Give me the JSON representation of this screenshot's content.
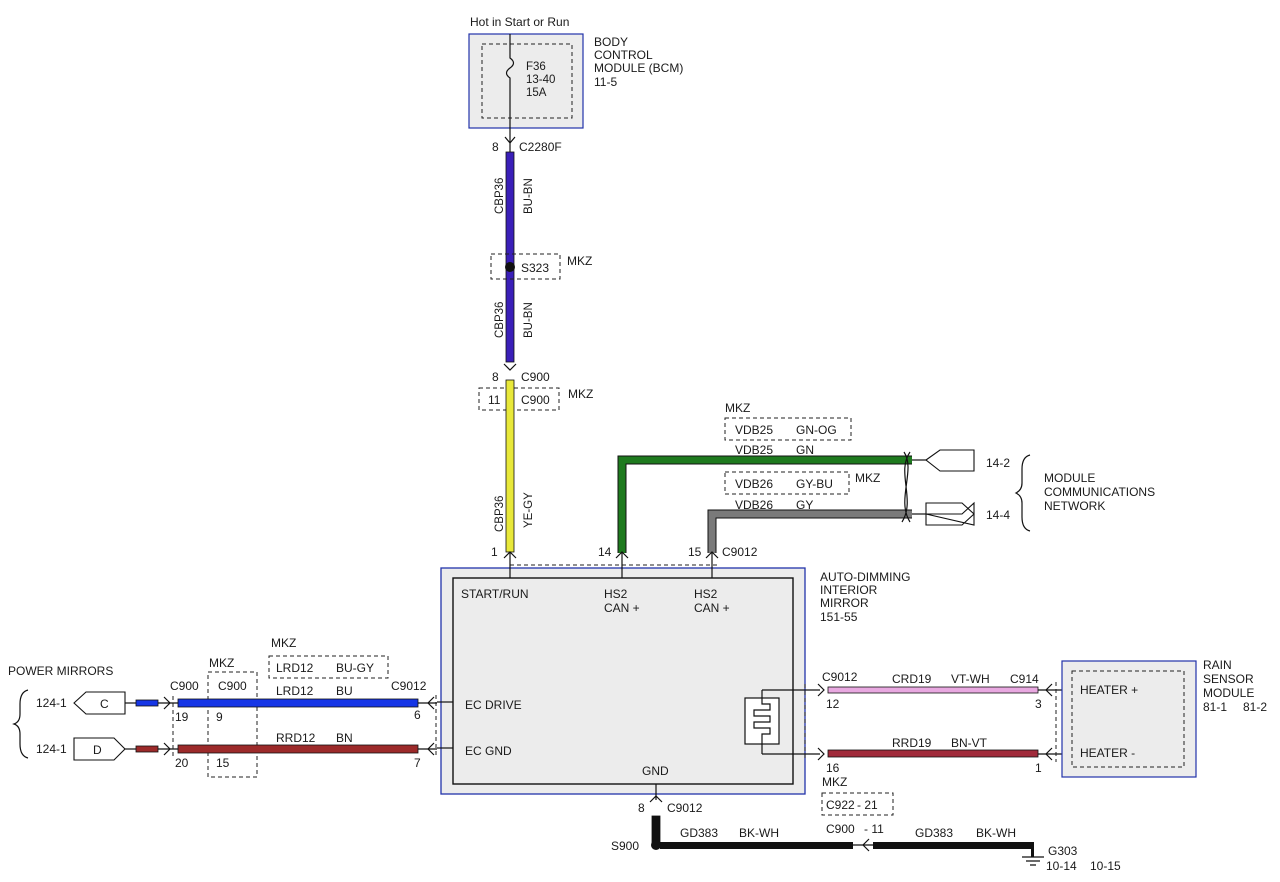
{
  "colors": {
    "bu_bn": "#3a1fb8",
    "ye_gy": "#e8e83a",
    "gn_og": "#1e7a1e",
    "gy": "#7a7a7a",
    "bu": "#1636e6",
    "bn": "#9c2a2a",
    "vt_wh": "#e8a8e0",
    "bn_vt": "#a02a3a",
    "bk_wh": "#111111",
    "module_fill": "#ececec",
    "module_border": "#2233aa"
  },
  "bcm": {
    "supply": "Hot in Start or Run",
    "fuse": "F36",
    "fuse_page": "13-40",
    "fuse_rating": "15A",
    "name_line1": "BODY",
    "name_line2": "CONTROL",
    "name_line3": "MODULE (BCM)",
    "page": "11-5",
    "pin": "8",
    "connector": "C2280F"
  },
  "vertical_feed": {
    "circuit_a": "CBP36",
    "color_a": "BU-BN",
    "splice": "S323",
    "splice_tag": "MKZ",
    "circuit_b": "CBP36",
    "color_b": "BU-BN",
    "c900_pin": "8",
    "c900": "C900",
    "c900_alt_pin": "11",
    "c900_alt": "C900",
    "c900_alt_tag": "MKZ",
    "circuit_c": "CBP36",
    "color_c": "YE-GY"
  },
  "network": {
    "mkz_tag1": "MKZ",
    "vdb25_alt_circuit": "VDB25",
    "vdb25_alt_color": "GN-OG",
    "vdb25_circuit": "VDB25",
    "vdb25_color": "GN",
    "vdb26_alt_circuit": "VDB26",
    "vdb26_alt_color": "GY-BU",
    "mkz_tag2": "MKZ",
    "vdb26_circuit": "VDB26",
    "vdb26_color": "GY",
    "ref_a": "14-2",
    "ref_b": "14-4",
    "label_line1": "MODULE",
    "label_line2": "COMMUNICATIONS",
    "label_line3": "NETWORK"
  },
  "mirror": {
    "name_line1": "AUTO-DIMMING",
    "name_line2": "INTERIOR",
    "name_line3": "MIRROR",
    "page": "151-55",
    "pin_start": "1",
    "pin_hs2a": "14",
    "pin_hs2b": "15",
    "connector": "C9012",
    "start_run": "START/RUN",
    "hs2_a_line1": "HS2",
    "hs2_a_line2": "CAN +",
    "hs2_b_line1": "HS2",
    "hs2_b_line2": "CAN +",
    "ec_drive": "EC DRIVE",
    "ec_gnd": "EC GND",
    "gnd": "GND",
    "pin_ec_drive": "6",
    "pin_ec_gnd": "7",
    "left_connector": "C9012",
    "pin_heater_plus": "12",
    "pin_heater_minus": "16",
    "right_connector": "C9012",
    "pin_gnd": "8",
    "gnd_connector": "C9012"
  },
  "power_mirrors": {
    "title": "POWER MIRRORS",
    "ref_c": "124-1",
    "ref_d": "124-1",
    "flag_c": "C",
    "flag_d": "D",
    "c900": "C900",
    "pin_c": "19",
    "pin_d": "20",
    "mkz_tag": "MKZ",
    "c900_alt": "C900",
    "pin_c_alt": "9",
    "pin_d_alt": "15",
    "mkz_tag2": "MKZ",
    "lrd12_alt_circuit": "LRD12",
    "lrd12_alt_color": "BU-GY",
    "lrd12_circuit": "LRD12",
    "lrd12_color": "BU",
    "rrd12_circuit": "RRD12",
    "rrd12_color": "BN"
  },
  "rain_sensor": {
    "name_line1": "RAIN",
    "name_line2": "SENSOR",
    "name_line3": "MODULE",
    "page_a": "81-1",
    "page_b": "81-2",
    "heater_plus": "HEATER +",
    "heater_minus": "HEATER -",
    "connector": "C914",
    "pin_plus": "3",
    "pin_minus": "1",
    "crd19_circuit": "CRD19",
    "crd19_color": "VT-WH",
    "rrd19_circuit": "RRD19",
    "rrd19_color": "BN-VT"
  },
  "ground": {
    "mkz_tag": "MKZ",
    "c922": "C922",
    "c922_pin": "- 21",
    "splice": "S900",
    "circuit_a": "GD383",
    "color_a": "BK-WH",
    "c900": "C900",
    "c900_pin": "- 11",
    "circuit_b": "GD383",
    "color_b": "BK-WH",
    "ground_point": "G303",
    "page_a": "10-14",
    "page_b": "10-15"
  }
}
